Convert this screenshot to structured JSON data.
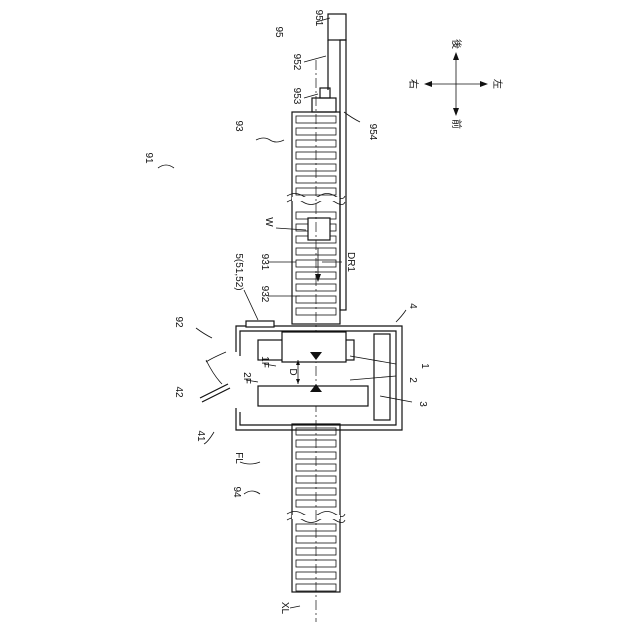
{
  "labels": {
    "l951": "951",
    "l95": "95",
    "l952": "952",
    "l953": "953",
    "l93": "93",
    "l954": "954",
    "l91": "91",
    "lW": "W",
    "lDR1": "DR1",
    "l931": "931",
    "l5": "5(51,52)",
    "l932": "932",
    "l4": "4",
    "l92": "92",
    "l1F": "1F",
    "lD": "D",
    "l2F": "2F",
    "l1": "1",
    "l2": "2",
    "l42": "42",
    "l3": "3",
    "l41": "41",
    "lFL": "FL",
    "l94": "94",
    "lXL": "XL"
  },
  "compass": {
    "back": "後",
    "right": "右",
    "left": "左",
    "front": "前"
  }
}
